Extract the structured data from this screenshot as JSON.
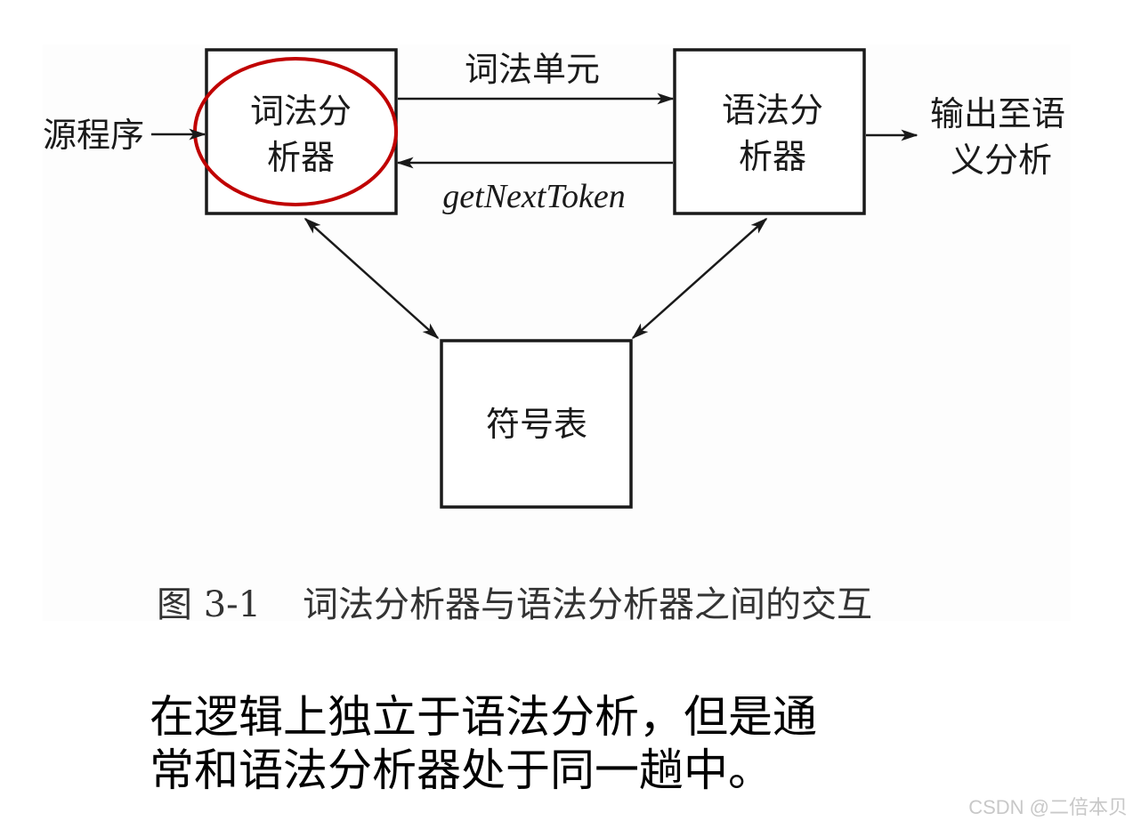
{
  "diagram": {
    "input_label": "源程序",
    "lexer_label_line1": "词法分",
    "lexer_label_line2": "析器",
    "parser_label_line1": "语法分",
    "parser_label_line2": "析器",
    "symbol_table_label": "符号表",
    "token_edge_label": "词法单元",
    "request_edge_label": "getNextToken",
    "output_label_line1": "输出至语",
    "output_label_line2": "义分析",
    "highlight_color": "#c00000"
  },
  "caption": {
    "number": "图 3-1",
    "text": "词法分析器与语法分析器之间的交互"
  },
  "body": {
    "line1": "在逻辑上独立于语法分析，但是通",
    "line2": "常和语法分析器处于同一趟中。"
  },
  "watermark": "CSDN @二倍本贝"
}
